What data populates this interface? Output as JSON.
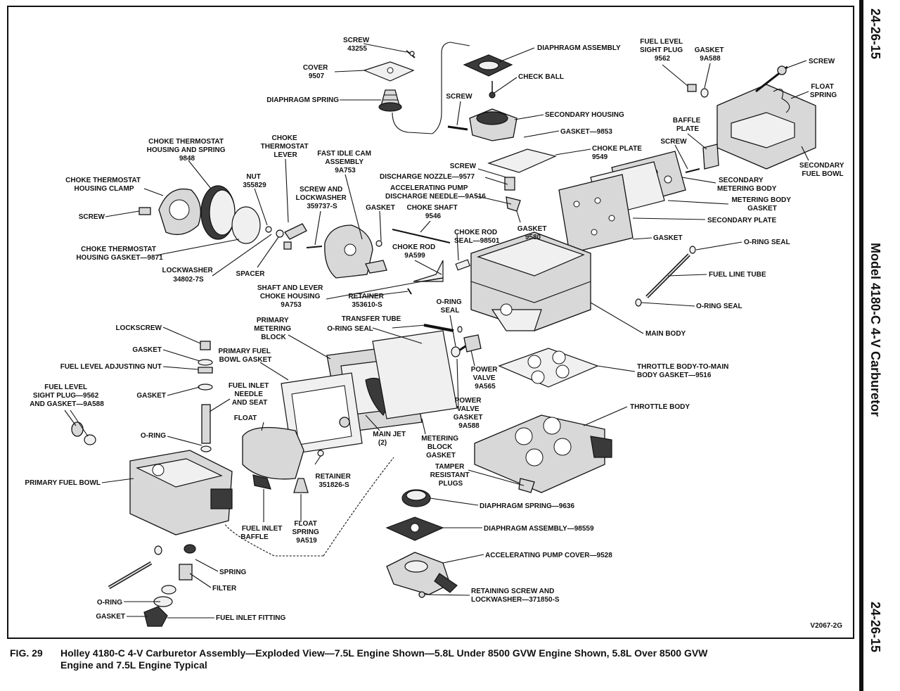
{
  "page_number": "24-26-15",
  "side_title": "Model 4180-C 4-V Carburetor",
  "drawing_code": "V2067-2G",
  "caption": {
    "figure": "FIG. 29",
    "text": "Holley 4180-C 4-V Carburetor Assembly—Exploded View—7.5L Engine Shown—5.8L Under 8500 GVW Engine Shown, 5.8L Over 8500 GVW",
    "text_line2": "Engine and 7.5L Engine Typical"
  },
  "labels": {
    "screw_43255": [
      "SCREW",
      "43255"
    ],
    "cover_9507": [
      "COVER",
      "9507"
    ],
    "diaphragm_spring": [
      "DIAPHRAGM SPRING"
    ],
    "diaphragm_assembly": [
      "DIAPHRAGM ASSEMBLY"
    ],
    "check_ball": [
      "CHECK BALL"
    ],
    "screw_secondary": [
      "SCREW"
    ],
    "secondary_housing": [
      "SECONDARY HOUSING"
    ],
    "gasket_9853": [
      "GASKET—9853"
    ],
    "choke_thermostat_housing": [
      "CHOKE THERMOSTAT",
      "HOUSING AND SPRING",
      "9848"
    ],
    "choke_thermostat_lever": [
      "CHOKE",
      "THERMOSTAT",
      "LEVER"
    ],
    "nut_355829": [
      "NUT",
      "355829"
    ],
    "fast_idle_cam": [
      "FAST IDLE CAM",
      "ASSEMBLY",
      "9A753"
    ],
    "choke_housing_clamp": [
      "CHOKE THERMOSTAT",
      "HOUSING CLAMP"
    ],
    "screw_choke": [
      "SCREW"
    ],
    "screw_lockwasher_359737": [
      "SCREW AND",
      "LOCKWASHER",
      "359737-S"
    ],
    "choke_thermostat_gasket": [
      "CHOKE THERMOSTAT",
      "HOUSING GASKET—9871"
    ],
    "lockwasher_34802": [
      "LOCKWASHER",
      "34802-7S"
    ],
    "spacer": [
      "SPACER"
    ],
    "shaft_lever_choke_housing": [
      "SHAFT AND LEVER",
      "CHOKE HOUSING",
      "9A753"
    ],
    "discharge_nozzle": [
      "DISCHARGE NOZZLE—9577"
    ],
    "accelerating_pump_needle": [
      "ACCELERATING PUMP",
      "DISCHARGE NEEDLE—9A516"
    ],
    "screw_nozzle": [
      "SCREW"
    ],
    "gasket_choke_shaft": [
      "GASKET"
    ],
    "choke_shaft_9546": [
      "CHOKE SHAFT",
      "9546"
    ],
    "choke_rod_seal": [
      "CHOKE ROD",
      "SEAL—98501"
    ],
    "choke_rod_9a599": [
      "CHOKE ROD",
      "9A599"
    ],
    "gasket_9580": [
      "GASKET",
      "9580"
    ],
    "retainer_353610": [
      "RETAINER",
      "353610-S"
    ],
    "choke_plate_9549": [
      "CHOKE PLATE",
      "9549"
    ],
    "fuel_level_sight_plug": [
      "FUEL LEVEL",
      "SIGHT PLUG",
      "9562"
    ],
    "gasket_9a588_top": [
      "GASKET",
      "9A588"
    ],
    "screw_float": [
      "SCREW"
    ],
    "float_spring": [
      "FLOAT",
      "SPRING"
    ],
    "baffle_plate": [
      "BAFFLE",
      "PLATE"
    ],
    "screw_baffle": [
      "SCREW"
    ],
    "secondary_fuel_bowl": [
      "SECONDARY",
      "FUEL BOWL"
    ],
    "secondary_metering_body": [
      "SECONDARY",
      "METERING BODY"
    ],
    "metering_body_gasket": [
      "METERING BODY",
      "GASKET"
    ],
    "secondary_plate": [
      "SECONDARY PLATE"
    ],
    "gasket_plate": [
      "GASKET"
    ],
    "o_ring_seal_top": [
      "O-RING SEAL"
    ],
    "fuel_line_tube": [
      "FUEL LINE TUBE"
    ],
    "o_ring_seal_bottom": [
      "O-RING SEAL"
    ],
    "main_body": [
      "MAIN BODY"
    ],
    "throttle_body_gasket": [
      "THROTTLE BODY-TO-MAIN",
      "BODY GASKET—9516"
    ],
    "throttle_body": [
      "THROTTLE BODY"
    ],
    "lockscrew": [
      "LOCKSCREW"
    ],
    "gasket_left_1": [
      "GASKET"
    ],
    "fuel_level_adjusting_nut": [
      "FUEL LEVEL ADJUSTING NUT"
    ],
    "gasket_left_2": [
      "GASKET"
    ],
    "fuel_level_sight_plug_gasket": [
      "FUEL LEVEL",
      "SIGHT PLUG—9562",
      "AND GASKET—9A588"
    ],
    "o_ring_left": [
      "O-RING"
    ],
    "primary_fuel_bowl": [
      "PRIMARY FUEL BOWL"
    ],
    "primary_metering_block": [
      "PRIMARY",
      "METERING",
      "BLOCK"
    ],
    "primary_fuel_bowl_gasket": [
      "PRIMARY FUEL",
      "BOWL GASKET"
    ],
    "fuel_inlet_needle_seat": [
      "FUEL INLET",
      "NEEDLE",
      "AND SEAT"
    ],
    "float": [
      "FLOAT"
    ],
    "transfer_tube": [
      "TRANSFER TUBE"
    ],
    "o_ring_seal_mid": [
      "O-RING SEAL"
    ],
    "o_ring_seal_power": [
      "O-RING",
      "SEAL"
    ],
    "power_valve": [
      "POWER",
      "VALVE",
      "9A565"
    ],
    "power_valve_gasket": [
      "POWER",
      "VALVE",
      "GASKET",
      "9A588"
    ],
    "main_jet": [
      "MAIN JET",
      "(2)"
    ],
    "metering_block_gasket": [
      "METERING",
      "BLOCK",
      "GASKET"
    ],
    "tamper_resistant_plugs": [
      "TAMPER",
      "RESISTANT",
      "PLUGS"
    ],
    "retainer_351826": [
      "RETAINER",
      "351826-S"
    ],
    "fuel_inlet_baffle": [
      "FUEL INLET",
      "BAFFLE"
    ],
    "float_spring_9a519": [
      "FLOAT",
      "SPRING",
      "9A519"
    ],
    "diaphragm_spring_9636": [
      "DIAPHRAGM SPRING—9636"
    ],
    "diaphragm_assembly_98559": [
      "DIAPHRAGM ASSEMBLY—98559"
    ],
    "accelerating_pump_cover": [
      "ACCELERATING PUMP COVER—9528"
    ],
    "retaining_screw_lockwasher": [
      "RETAINING SCREW AND",
      "LOCKWASHER—371850-S"
    ],
    "spring": [
      "SPRING"
    ],
    "filter": [
      "FILTER"
    ],
    "o_ring_bottom": [
      "O-RING"
    ],
    "gasket_bottom": [
      "GASKET"
    ],
    "fuel_inlet_fitting": [
      "FUEL INLET FITTING"
    ]
  }
}
